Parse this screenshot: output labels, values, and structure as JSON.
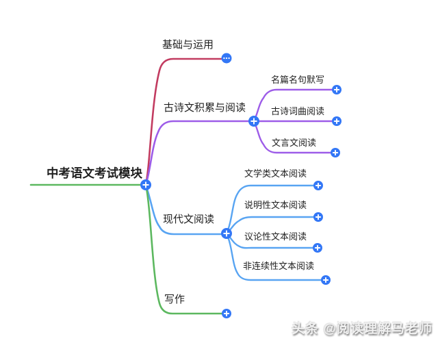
{
  "canvas": {
    "background": "#ffffff"
  },
  "mindmap": {
    "root": {
      "label": "中考语文考试模块",
      "line_color": "#5cb85f"
    },
    "branches": [
      {
        "label": "基础与运用",
        "color": "#c23b60",
        "state": "collapsed",
        "children": []
      },
      {
        "label": "古诗文积累与阅读",
        "color": "#9d5ce8",
        "state": "expanded",
        "children": [
          {
            "label": "名篇名句默写"
          },
          {
            "label": "古诗词曲阅读"
          },
          {
            "label": "文言文阅读"
          }
        ]
      },
      {
        "label": "现代文阅读",
        "color": "#58a4f2",
        "state": "expanded",
        "children": [
          {
            "label": "文学类文本阅读"
          },
          {
            "label": "说明性文本阅读"
          },
          {
            "label": "议论性文本阅读"
          },
          {
            "label": "非连续性文本阅读"
          }
        ]
      },
      {
        "label": "写作",
        "color": "#5cb85f",
        "state": "expanded",
        "children": []
      }
    ],
    "buttons": {
      "color": "#3377f6",
      "expand_icon": "plus-icon",
      "collapsed_icon": "ellipsis-icon"
    }
  },
  "watermark": {
    "text": "头条 @阅读理解马老师"
  }
}
